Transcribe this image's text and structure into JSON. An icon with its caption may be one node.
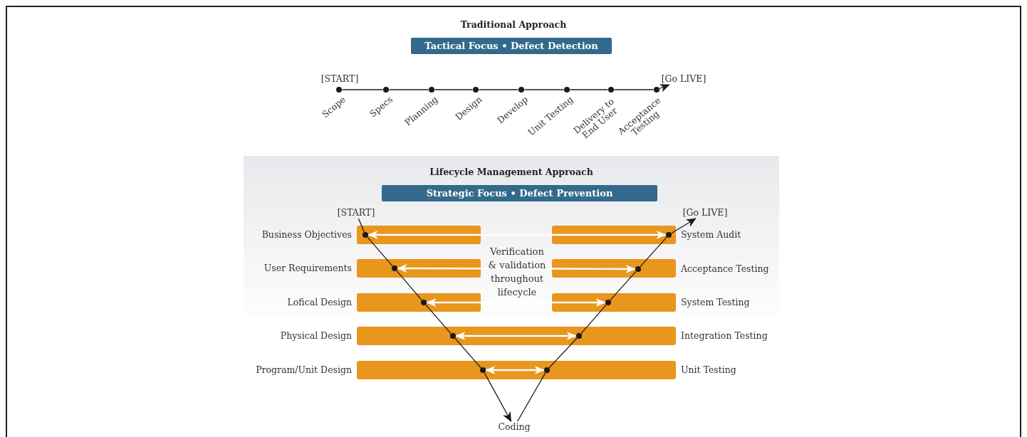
{
  "diagram": {
    "nodes": [
      {
        "text": [
          "Tactical Focus • Defect Detection"
        ]
      },
      {
        "text": [
          "[START]"
        ]
      },
      {
        "text": [
          "[Go LIVE]"
        ]
      },
      {
        "text": [
          "Scope"
        ]
      },
      {
        "text": [
          "Specs"
        ]
      },
      {
        "text": [
          "Planning"
        ]
      },
      {
        "text": [
          "Design"
        ]
      },
      {
        "text": [
          "Develop"
        ]
      },
      {
        "text": [
          "Unit Testing"
        ]
      },
      {
        "text": [
          "Delivery to End User"
        ]
      },
      {
        "text": [
          "Acceptance Testing"
        ]
      },
      {
        "text": [
          "Lifecycle Management Approach"
        ]
      },
      {
        "text": [
          "Strategic Focus • Defect Prevention"
        ],
        "in": 11
      },
      {
        "text": [
          "[START]"
        ],
        "in": 11
      },
      {
        "text": [
          "[Go LIVE]"
        ],
        "in": 11
      },
      {
        "text": [],
        "shape": "circle",
        "beside": [
          "Business Objectives"
        ],
        "in": 11
      },
      {
        "text": [],
        "shape": "circle",
        "beside": [
          "System Audit"
        ],
        "in": 11
      },
      {
        "text": [],
        "shape": "circle",
        "in": 11
      },
      {
        "text": [],
        "shape": "circle",
        "in": 11
      },
      {
        "text": [],
        "shape": "circle",
        "in": 11
      },
      {
        "text": [],
        "shape": "circle",
        "in": 11
      },
      {
        "text": [],
        "shape": "circle"
      },
      {
        "text": [],
        "shape": "circle"
      },
      {
        "text": [],
        "shape": "circle"
      },
      {
        "text": [],
        "shape": "circle"
      },
      {
        "text": [
          "Coding"
        ]
      }
    ],
    "edges": [
      {
        "from": 3,
        "to": 4,
        "arrow": "none"
      },
      {
        "from": 4,
        "to": 5,
        "arrow": "none"
      },
      {
        "from": 5,
        "to": 6,
        "arrow": "none"
      },
      {
        "from": 6,
        "to": 7,
        "arrow": "none"
      },
      {
        "from": 7,
        "to": 8,
        "arrow": "none"
      },
      {
        "from": 8,
        "to": 9,
        "arrow": "none"
      },
      {
        "from": 9,
        "to": 10,
        "arrow": "none"
      },
      {
        "from": 10,
        "to": 2,
        "arrow": "to"
      },
      {
        "from": 13,
        "to": 15,
        "arrow": "none"
      },
      {
        "from": 15,
        "to": 17,
        "arrow": "none"
      },
      {
        "from": 17,
        "to": 19,
        "arrow": "none"
      },
      {
        "from": 19,
        "to": 21,
        "arrow": "none"
      },
      {
        "from": 21,
        "to": 23,
        "arrow": "none"
      },
      {
        "from": 23,
        "to": 25,
        "arrow": "to"
      },
      {
        "from": 25,
        "to": 24,
        "arrow": "none"
      },
      {
        "from": 24,
        "to": 22,
        "arrow": "none"
      },
      {
        "from": 22,
        "to": 20,
        "arrow": "none"
      },
      {
        "from": 20,
        "to": 18,
        "arrow": "none"
      },
      {
        "from": 18,
        "to": 16,
        "arrow": "none"
      },
      {
        "from": 16,
        "to": 14,
        "arrow": "to"
      },
      {
        "from": 15,
        "to": 16,
        "arrow": "both",
        "color": "#ffffff"
      },
      {
        "from": 17,
        "to": 18,
        "arrow": "both",
        "color": "#ffffff"
      },
      {
        "from": 19,
        "to": 20,
        "arrow": "both",
        "color": "#ffffff"
      },
      {
        "from": 21,
        "to": 22,
        "arrow": "both",
        "color": "#ffffff"
      },
      {
        "from": 23,
        "to": 24,
        "arrow": "both",
        "color": "#ffffff"
      }
    ],
    "labels": [
      "Traditional Approach",
      "User Requirements",
      "Verification & validation throughout lifecycle",
      "Acceptance Testing",
      "Lofical Design",
      "System Testing",
      "Physical Design",
      "Integration Testing",
      "Program/Unit Design",
      "Unit Testing"
    ]
  }
}
